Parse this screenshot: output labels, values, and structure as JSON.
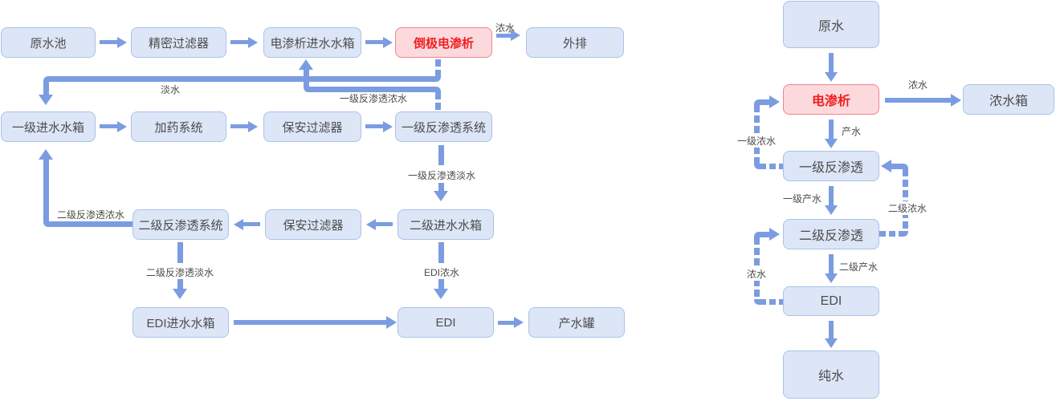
{
  "colors": {
    "pipe_blue": "#7b9ce0",
    "box_fill": "#dde6f7",
    "box_border": "#a9c2e9",
    "red_fill": "#fcd9dc",
    "red_border": "#f2848c",
    "red_text": "#ee2024",
    "text": "#4c4c4c"
  },
  "left": {
    "boxes": {
      "raw_pool": "原水池",
      "precision_filter": "精密过滤器",
      "ed_feed_tank": "电渗析进水水箱",
      "edr": "倒极电渗析",
      "discharge": "外排",
      "stage1_feed_tank": "一级进水水箱",
      "dosing": "加药系统",
      "security_filter_1": "保安过滤器",
      "stage1_ro": "一级反渗透系统",
      "stage2_ro": "二级反渗透系统",
      "security_filter_2": "保安过滤器",
      "stage2_feed_tank": "二级进水水箱",
      "edi_feed_tank": "EDI进水水箱",
      "edi": "EDI",
      "product_tank": "产水罐"
    },
    "labels": {
      "nongshui_top": "浓水",
      "danshui": "淡水",
      "yiji_ro_nongshui": "一级反渗透浓水",
      "yiji_ro_danshui": "一级反渗透淡水",
      "erji_ro_nongshui": "二级反渗透浓水",
      "erji_ro_danshui": "二级反渗透淡水",
      "edi_nongshui": "EDI浓水"
    }
  },
  "right": {
    "boxes": {
      "raw_water": "原水",
      "ed": "电渗析",
      "conc_tank": "浓水箱",
      "stage1_ro": "一级反渗透",
      "stage2_ro": "二级反渗透",
      "edi": "EDI",
      "pure_water": "纯水"
    },
    "labels": {
      "nongshui": "浓水",
      "chanshui": "产水",
      "yiji_nongshui": "一级浓水",
      "yiji_chanshui": "一级产水",
      "erji_nongshui": "二级浓水",
      "erji_chanshui": "二级产水",
      "edi_nongshui": "浓水"
    }
  }
}
